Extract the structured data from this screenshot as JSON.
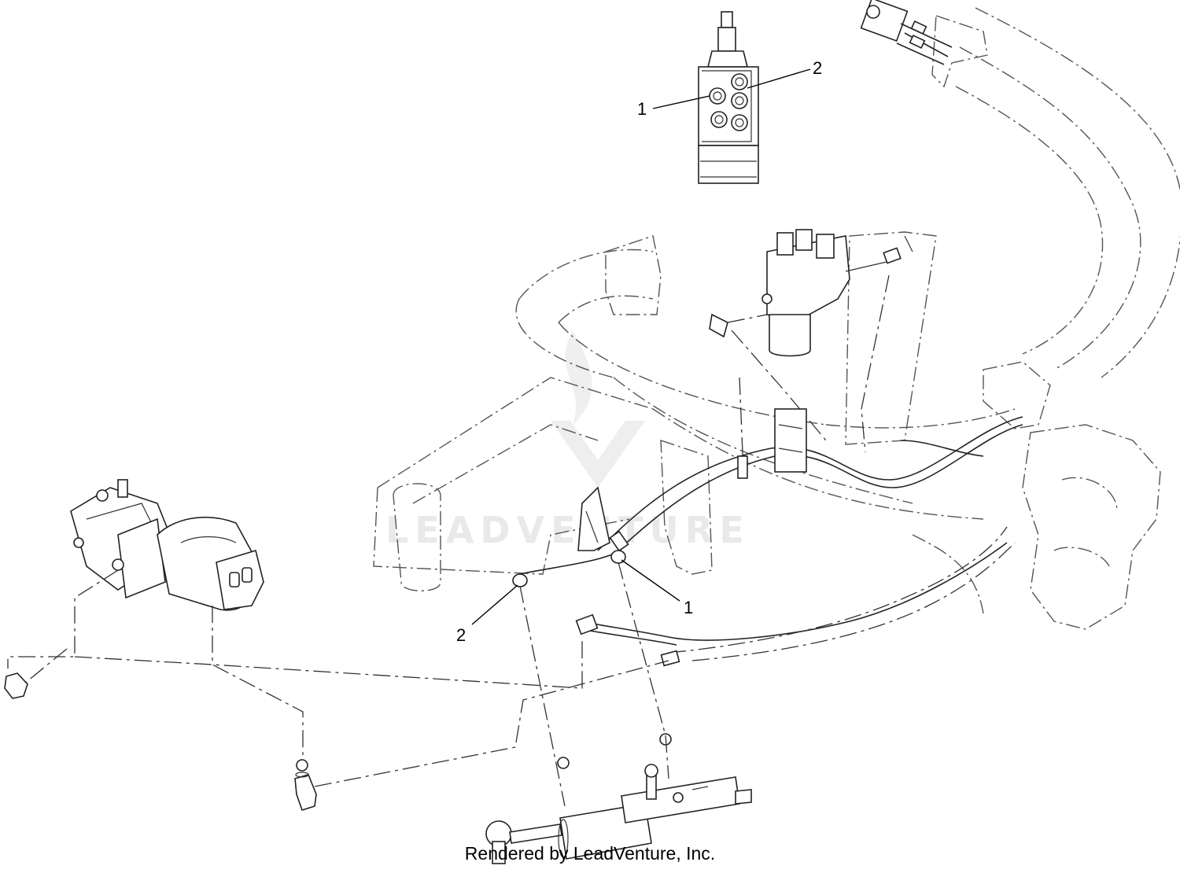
{
  "watermark": {
    "text": "LEADVENTURE"
  },
  "callouts": [
    {
      "label": "1"
    },
    {
      "label": "2"
    },
    {
      "label": "1"
    },
    {
      "label": "2"
    }
  ],
  "footer": {
    "text": "Rendered by LeadVenture, Inc."
  }
}
